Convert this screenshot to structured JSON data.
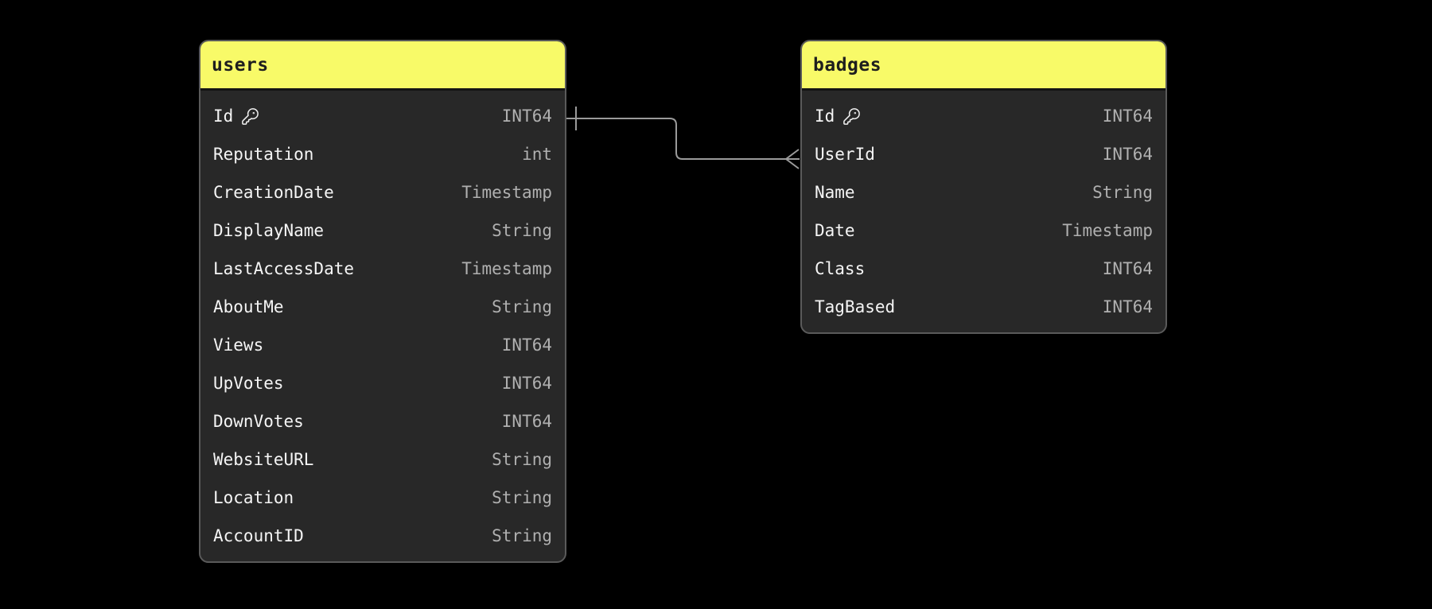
{
  "theme": {
    "canvas_bg": "#000000",
    "header_bg": "#f8fa68",
    "header_text": "#1e1e1e",
    "table_bg": "#282828",
    "table_border": "#5a5a5a",
    "field_text_color": "#f5f5f5",
    "type_text_color": "#b0b0b0",
    "connector_color": "#9a9a9a"
  },
  "icons": {
    "primary_key": "key-icon"
  },
  "tables": [
    {
      "name": "users",
      "fields": [
        {
          "name": "Id",
          "type": "INT64",
          "primary_key": true
        },
        {
          "name": "Reputation",
          "type": "int"
        },
        {
          "name": "CreationDate",
          "type": "Timestamp"
        },
        {
          "name": "DisplayName",
          "type": "String"
        },
        {
          "name": "LastAccessDate",
          "type": "Timestamp"
        },
        {
          "name": "AboutMe",
          "type": "String"
        },
        {
          "name": "Views",
          "type": "INT64"
        },
        {
          "name": "UpVotes",
          "type": "INT64"
        },
        {
          "name": "DownVotes",
          "type": "INT64"
        },
        {
          "name": "WebsiteURL",
          "type": "String"
        },
        {
          "name": "Location",
          "type": "String"
        },
        {
          "name": "AccountID",
          "type": "String"
        }
      ]
    },
    {
      "name": "badges",
      "fields": [
        {
          "name": "Id",
          "type": "INT64",
          "primary_key": true
        },
        {
          "name": "UserId",
          "type": "INT64"
        },
        {
          "name": "Name",
          "type": "String"
        },
        {
          "name": "Date",
          "type": "Timestamp"
        },
        {
          "name": "Class",
          "type": "INT64"
        },
        {
          "name": "TagBased",
          "type": "INT64"
        }
      ]
    }
  ],
  "relationship": {
    "from_table": "users",
    "from_field": "Id",
    "from_cardinality": "one",
    "to_table": "badges",
    "to_field": "UserId",
    "to_cardinality": "many"
  }
}
